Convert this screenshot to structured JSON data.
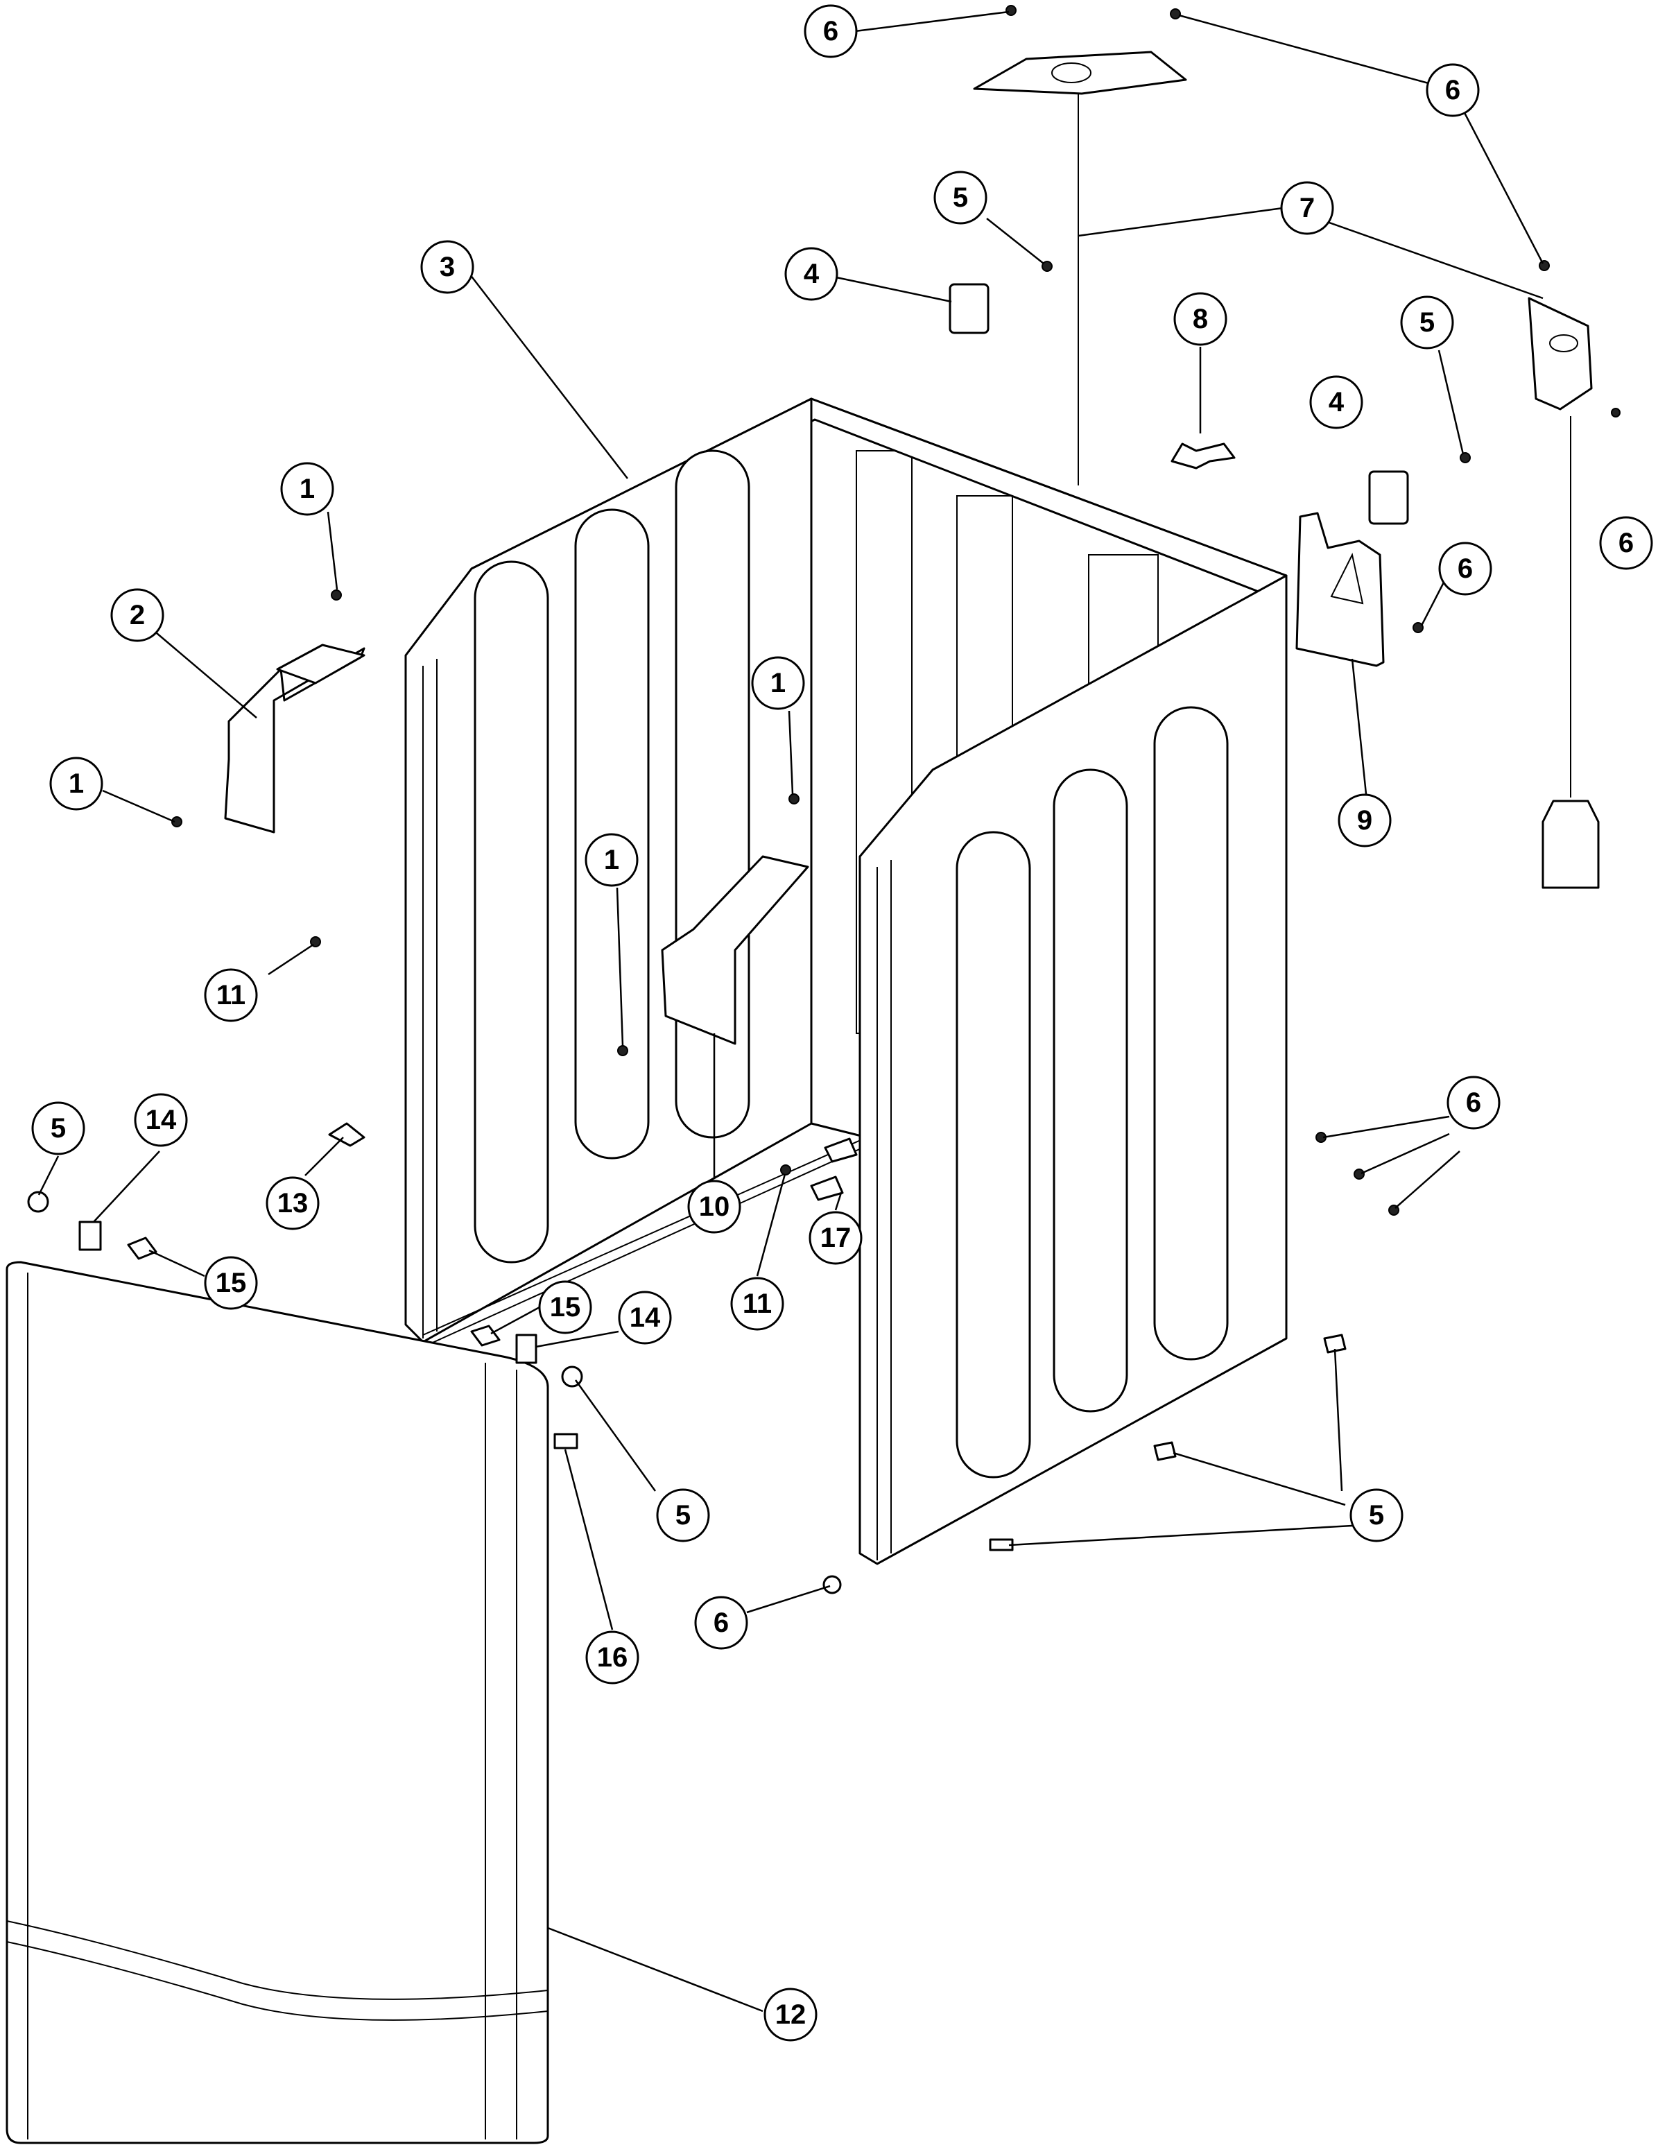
{
  "callouts": [
    "6",
    "6",
    "5",
    "7",
    "3",
    "4",
    "8",
    "5",
    "4",
    "1",
    "2",
    "6",
    "6",
    "1",
    "1",
    "9",
    "1",
    "11",
    "5",
    "14",
    "13",
    "6",
    "10",
    "17",
    "11",
    "15",
    "15",
    "14",
    "5",
    "5",
    "6",
    "16",
    "12"
  ]
}
